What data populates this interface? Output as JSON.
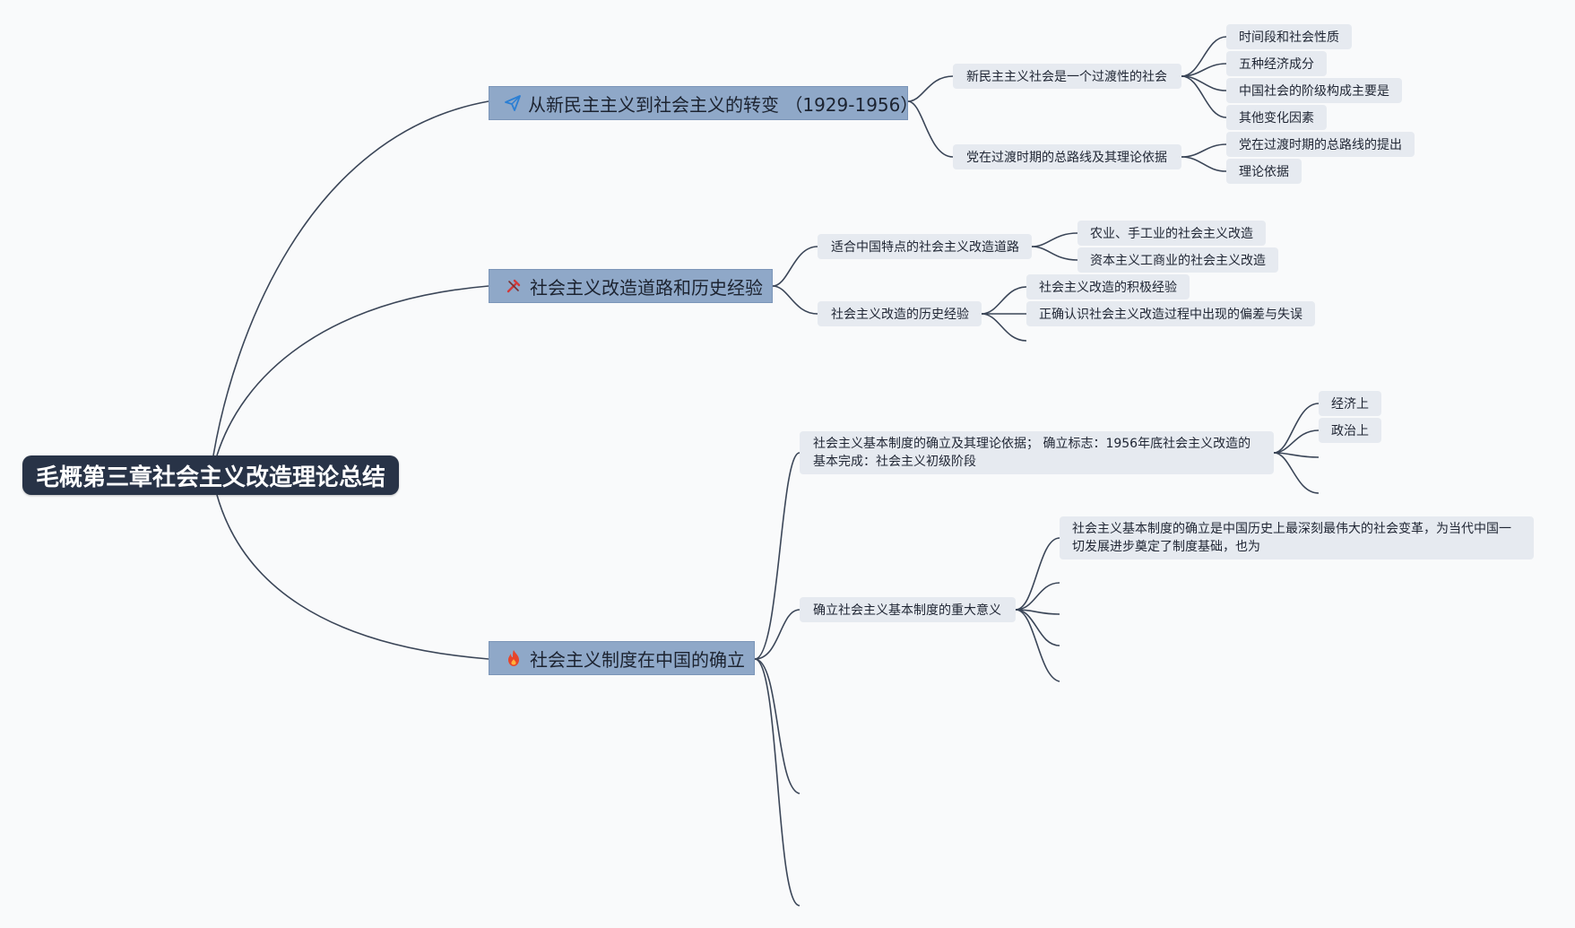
{
  "root": {
    "label": "毛概第三章社会主义改造理论总结"
  },
  "branches": [
    {
      "label": "从新民主主义到社会主义的转变 （1929-1956）",
      "icon": "paper-plane-icon",
      "children": [
        {
          "label": "新民主主义社会是一个过渡性的社会",
          "children": [
            "时间段和社会性质",
            "五种经济成分",
            "中国社会的阶级构成主要是",
            "其他变化因素"
          ]
        },
        {
          "label": "党在过渡时期的总路线及其理论依据",
          "children": [
            "党在过渡时期的总路线的提出",
            "理论依据"
          ]
        }
      ]
    },
    {
      "label": "社会主义改造道路和历史经验",
      "icon": "tools-icon",
      "children": [
        {
          "label": "适合中国特点的社会主义改造道路",
          "children": [
            "农业、手工业的社会主义改造",
            "资本主义工商业的社会主义改造"
          ]
        },
        {
          "label": "社会主义改造的历史经验",
          "children": [
            "社会主义改造的积极经验",
            "正确认识社会主义改造过程中出现的偏差与失误"
          ]
        }
      ]
    },
    {
      "label": "社会主义制度在中国的确立",
      "icon": "fire-icon",
      "children": [
        {
          "label": "社会主义基本制度的确立及其理论依据； 确立标志：1956年底社会主义改造的基本完成：社会主义初级阶段",
          "children": [
            "经济上",
            "政治上"
          ]
        },
        {
          "label": "确立社会主义基本制度的重大意义",
          "children": [
            "社会主义基本制度的确立是中国历史上最深刻最伟大的社会变革，为当代中国一切发展进步奠定了制度基础，也为"
          ]
        }
      ]
    }
  ],
  "colors": {
    "root_bg": "#283347",
    "branch_bg": "#8fa8c8",
    "node_bg": "#e6eaf0",
    "line": "#3b4658",
    "plane_icon": "#2b7fd4",
    "tools_icon": "#d23a3a",
    "fire_icon": "#e8452a"
  }
}
